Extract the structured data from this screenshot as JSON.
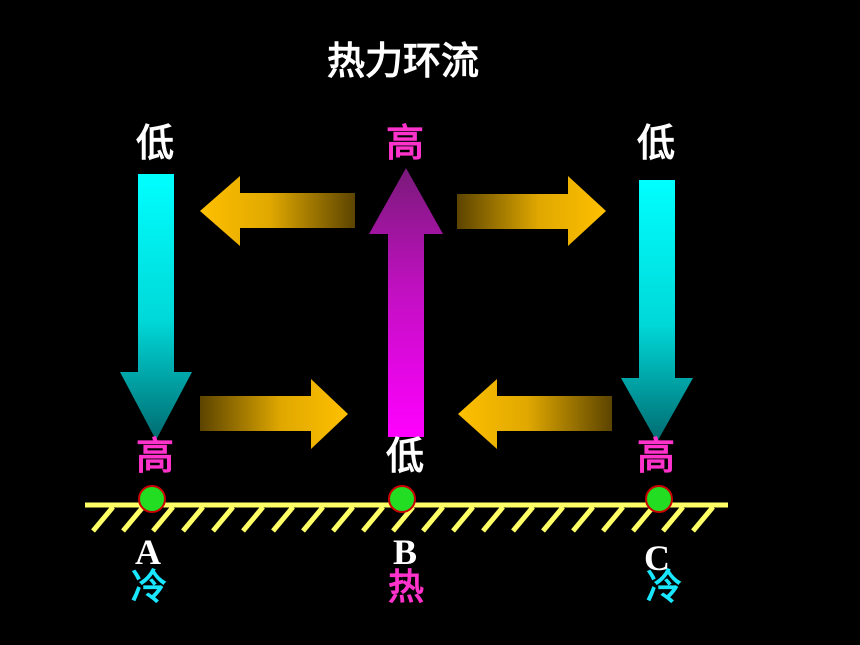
{
  "title": "热力环流",
  "pressure_labels": {
    "a_upper": "低",
    "b_upper": "高",
    "c_upper": "低",
    "a_lower": "高",
    "b_lower": "低",
    "c_lower": "高"
  },
  "points": {
    "a": "A",
    "b": "B",
    "c": "C"
  },
  "temperature_labels": {
    "a": "冷",
    "b": "热",
    "c": "冷"
  },
  "colors": {
    "background": "#000000",
    "title_text": "#ffffff",
    "low_pressure_text": "#ffffff",
    "high_pressure_text": "#ff33cc",
    "cold_text": "#19e6ff",
    "hot_text": "#ff33cc",
    "sinking_arrow": "#00ffff",
    "rising_arrow": "#ff00ff",
    "horizontal_arrow": "#ffc000",
    "ground_line": "#ffff66",
    "point_fill": "#22dd22",
    "point_border": "#cc0000"
  }
}
